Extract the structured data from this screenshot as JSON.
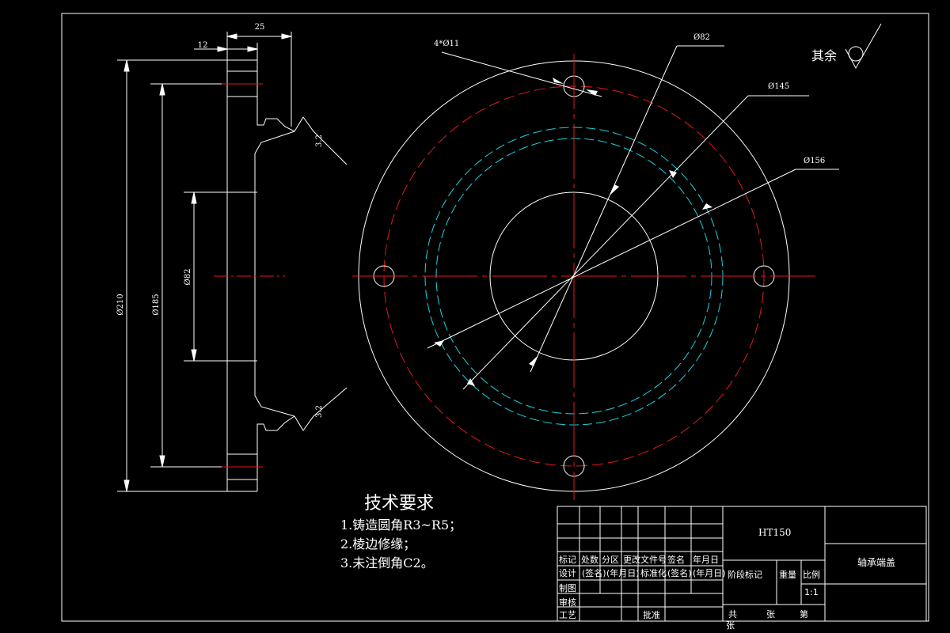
{
  "dimensions": {
    "d12": "12",
    "d25": "25",
    "d210": "Ø210",
    "d185": "Ø185",
    "d82_side": "Ø82",
    "holes": "4*Ø11",
    "d82": "Ø82",
    "d145": "Ø145",
    "d156": "Ø156"
  },
  "roughness": {
    "rest_label": "其余",
    "top": "3.2",
    "bottom": "3.2"
  },
  "tech_requirements": {
    "title": "技术要求",
    "items": [
      "1.铸造圆角R3~R5；",
      "2.棱边修缘；",
      "3.未注倒角C2。"
    ]
  },
  "title_block": {
    "material": "HT150",
    "part_name": "轴承端盖",
    "scale_label": "比例",
    "scale": "1:1",
    "weight_label": "重量",
    "stage_label": "阶段标记",
    "row_headers": [
      "标记",
      "处数",
      "分区",
      "更改文件号",
      "签名",
      "年月日"
    ],
    "design": "设计",
    "sign": "(签名)",
    "date": "(年月日)",
    "standard": "标准化",
    "draw": "制图",
    "review": "审核",
    "craft": "工艺",
    "approve": "批准",
    "total": "共",
    "sheets": "张",
    "nth": "第",
    "sheet": "张"
  }
}
